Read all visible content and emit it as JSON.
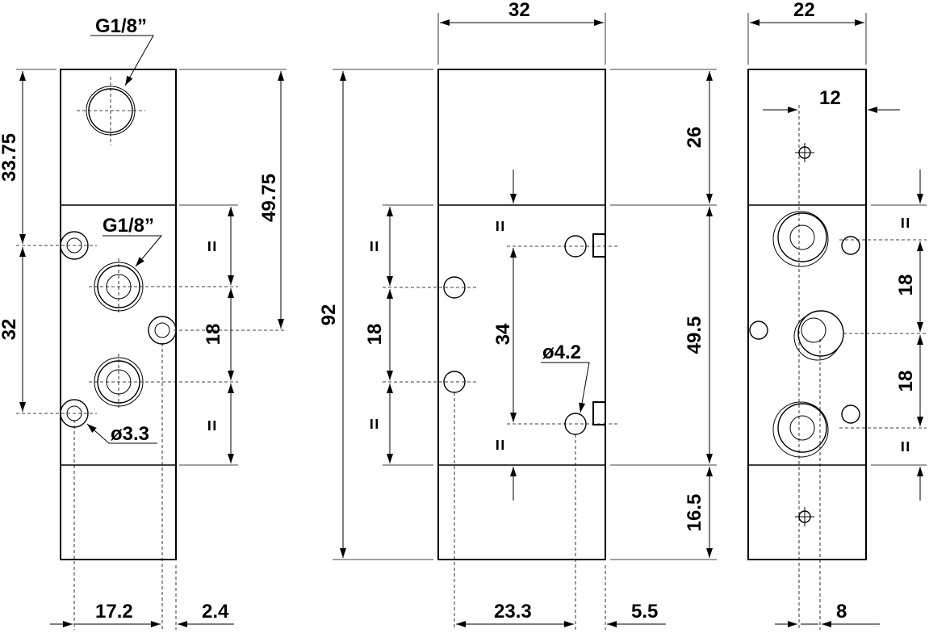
{
  "left_view": {
    "port_label_top": "G1/8”",
    "port_label_mid": "G1/8”",
    "dim_33_75": "33.75",
    "dim_32": "32",
    "dim_49_75": "49.75",
    "dim_18": "18",
    "eq_top": "=",
    "eq_bottom": "=",
    "hole_dia": "ø3.3",
    "dim_17_2": "17.2",
    "dim_2_4": "2.4"
  },
  "middle_view": {
    "dim_32": "32",
    "dim_92": "92",
    "dim_18": "18",
    "eq_left_top": "=",
    "eq_left_bottom": "=",
    "dim_34": "34",
    "eq_mid_top": "=",
    "eq_mid_bottom": "=",
    "hole_dia": "ø4.2",
    "dim_26": "26",
    "dim_49_5": "49.5",
    "dim_16_5": "16.5",
    "dim_23_3": "23.3",
    "dim_5_5": "5.5"
  },
  "right_view": {
    "dim_22": "22",
    "dim_12": "12",
    "eq_top": "=",
    "dim_18_top": "18",
    "dim_18_bottom": "18",
    "eq_bottom": "=",
    "dim_8": "8"
  }
}
